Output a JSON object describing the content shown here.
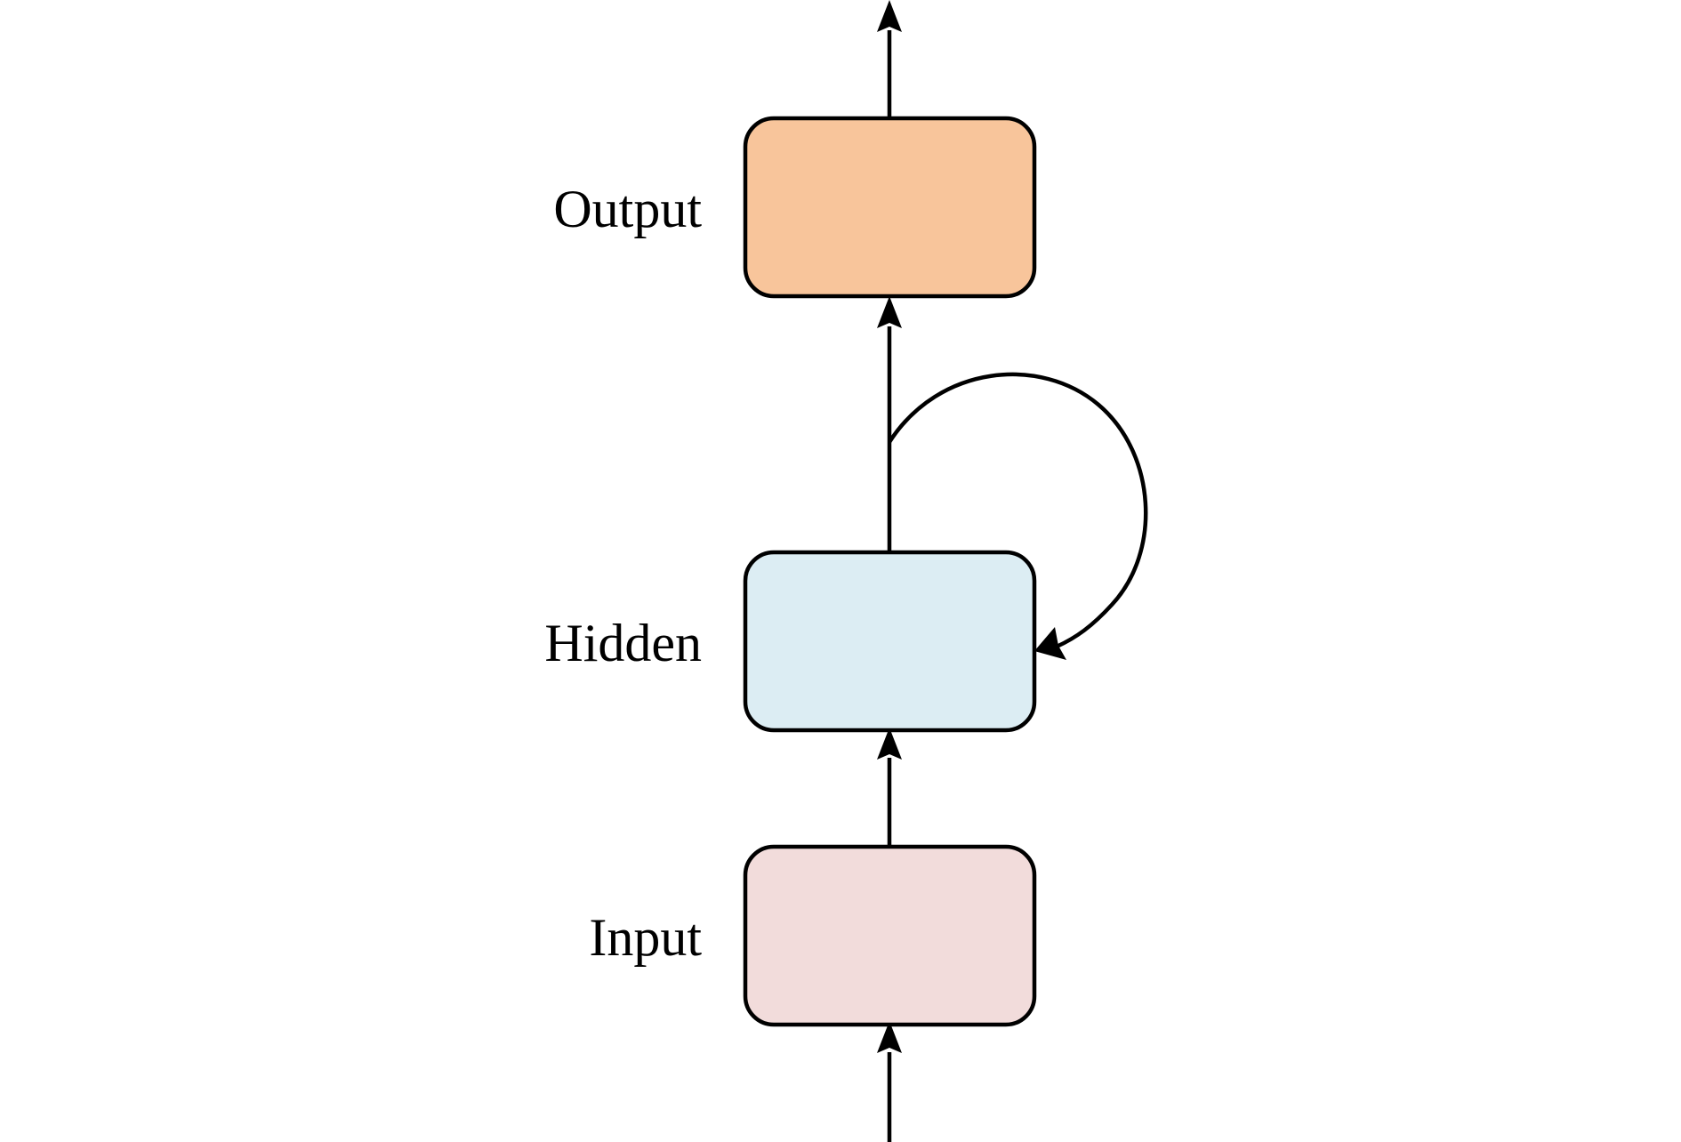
{
  "diagram": {
    "nodes": {
      "output": {
        "label": "Output",
        "fill": "#F8C59B"
      },
      "hidden": {
        "label": "Hidden",
        "fill": "#DCEDF3"
      },
      "input": {
        "label": "Input",
        "fill": "#F2DCDB"
      }
    },
    "edges": [
      {
        "from": "external",
        "to": "input"
      },
      {
        "from": "input",
        "to": "hidden"
      },
      {
        "from": "hidden",
        "to": "output"
      },
      {
        "from": "output",
        "to": "external"
      },
      {
        "from": "hidden",
        "to": "hidden",
        "kind": "recurrent-loop"
      }
    ],
    "stroke_color": "#000000"
  }
}
